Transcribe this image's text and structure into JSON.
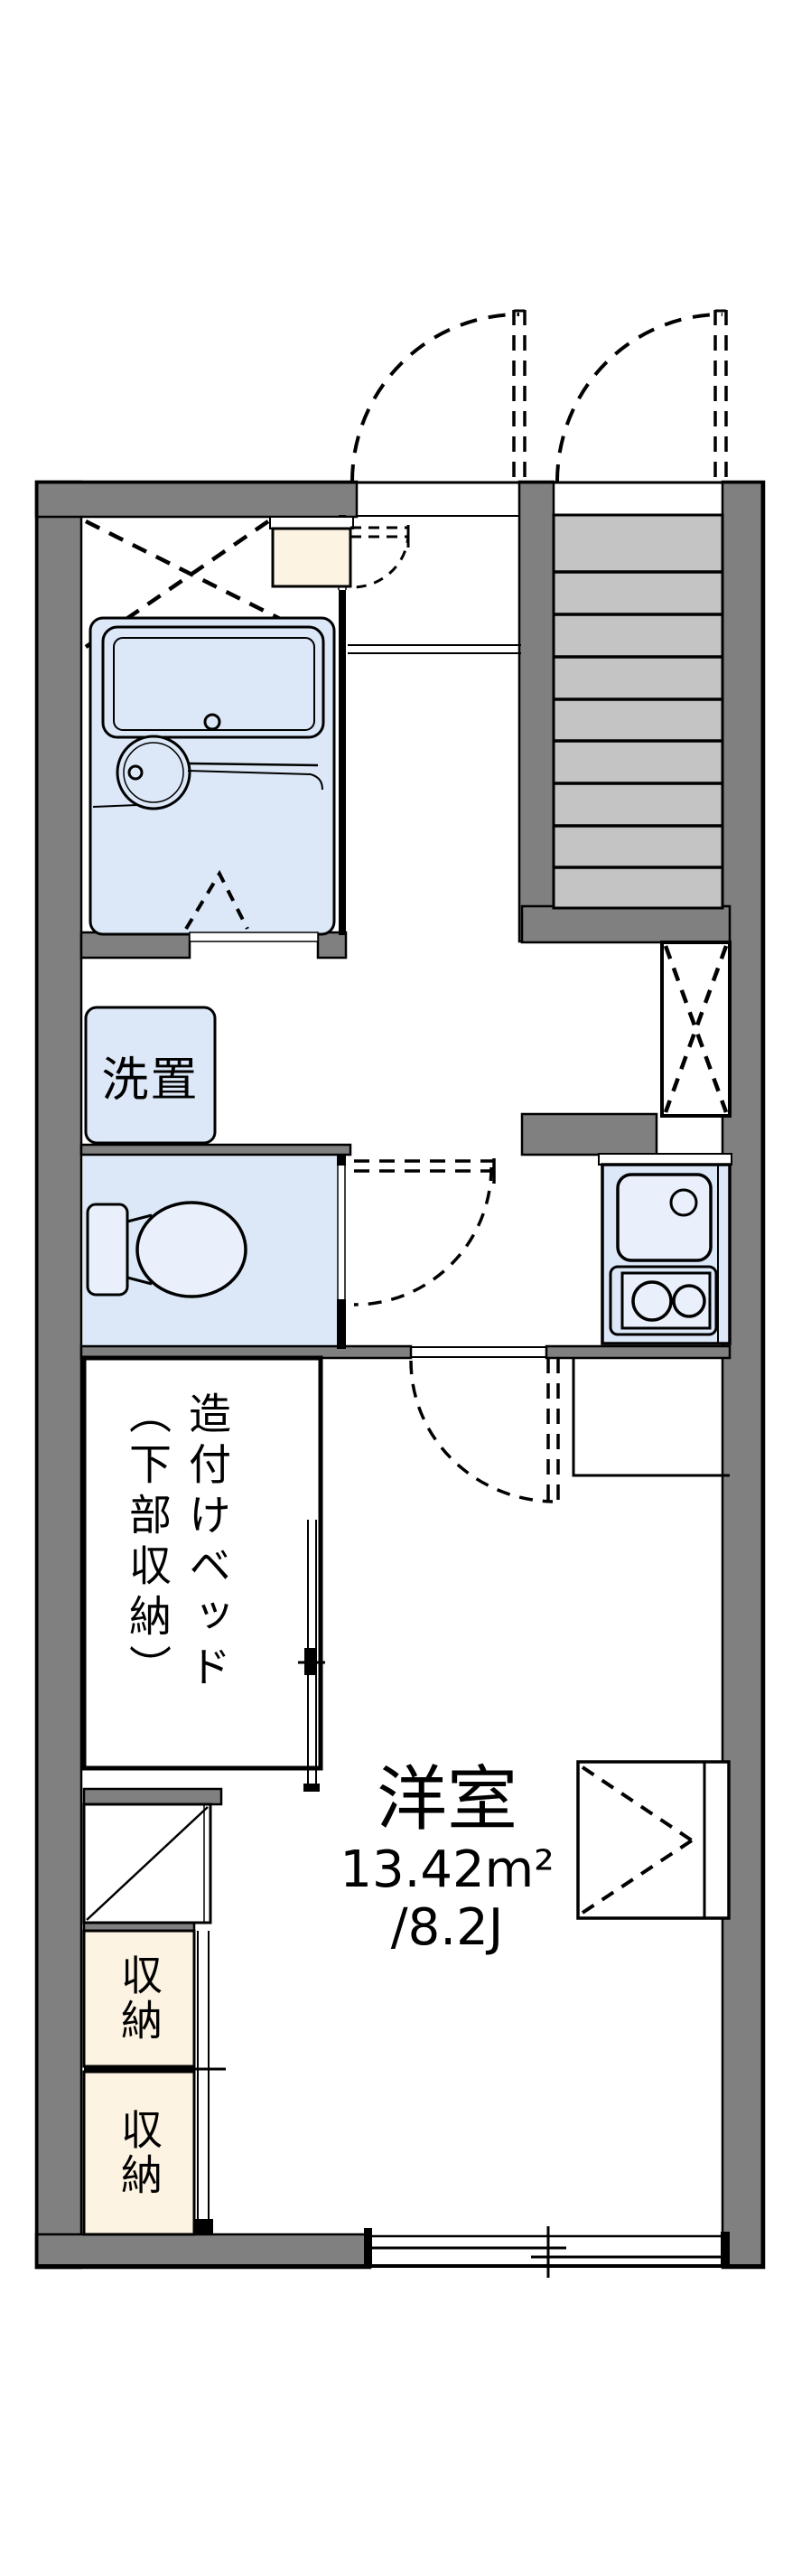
{
  "labels": {
    "washer": "洗置",
    "bed_main": "造付けベッド",
    "bed_sub": "（下部収納）",
    "room_name": "洋室",
    "room_area_m2": "13.42m²",
    "room_area_jo": "/8.2J",
    "storage_1": "収納",
    "storage_2": "収納"
  },
  "colors": {
    "wall_gray": "#808080",
    "stair_tread": "#c4c4c4",
    "room_fill_blue": "#dce8f8",
    "fixture_fill": "#e9f0fb",
    "storage_cream": "#fdf3e2",
    "line_black": "#000000",
    "background": "#ffffff"
  }
}
